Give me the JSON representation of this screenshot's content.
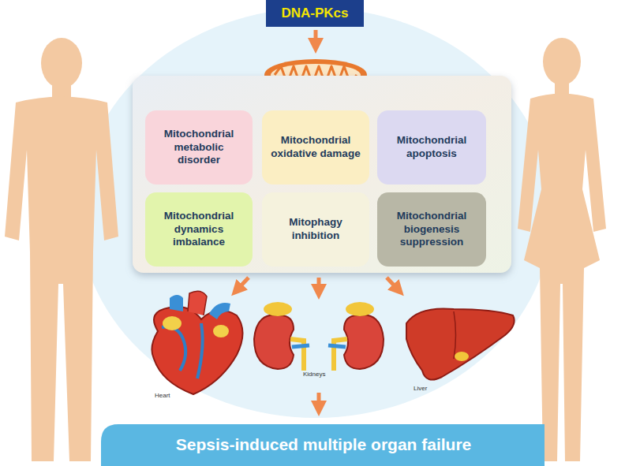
{
  "diagram": {
    "nodes": [
      {
        "text": [
          "DNA-PKcs"
        ]
      },
      {
        "text": [
          "Mitochondrial metabolic disorder"
        ]
      },
      {
        "text": [
          "Mitochondrial oxidative damage"
        ]
      },
      {
        "text": [
          "Mitochondrial apoptosis"
        ]
      },
      {
        "text": [
          "Mitochondrial dynamics imbalance"
        ]
      },
      {
        "text": [
          "Mitophagy inhibition"
        ]
      },
      {
        "text": [
          "Mitochondrial biogenesis suppression"
        ]
      },
      {
        "text": [
          "Sepsis-induced multiple organ failure"
        ]
      }
    ],
    "labels": [
      "Heart",
      "Kidneys",
      "Liver"
    ]
  }
}
